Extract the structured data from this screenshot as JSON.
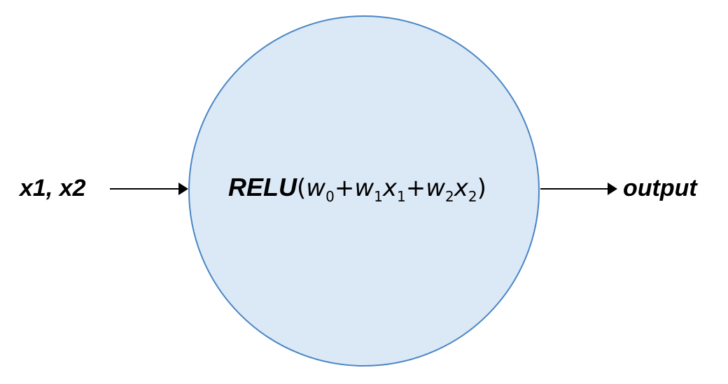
{
  "diagram": {
    "input_label": "x1, x2",
    "output_label": "output",
    "neuron": {
      "function_name": "RELU",
      "open_paren": "(",
      "close_paren": ")",
      "plus": "+",
      "terms": [
        {
          "var": "w",
          "sub": "0"
        },
        {
          "var": "w",
          "sub": "1"
        },
        {
          "var": "x",
          "sub": "1"
        },
        {
          "var": "w",
          "sub": "2"
        },
        {
          "var": "x",
          "sub": "2"
        }
      ]
    },
    "colors": {
      "circle_fill": "#dbe8f6",
      "circle_stroke": "#4a86c5",
      "arrow": "#000000",
      "text": "#000000"
    }
  }
}
